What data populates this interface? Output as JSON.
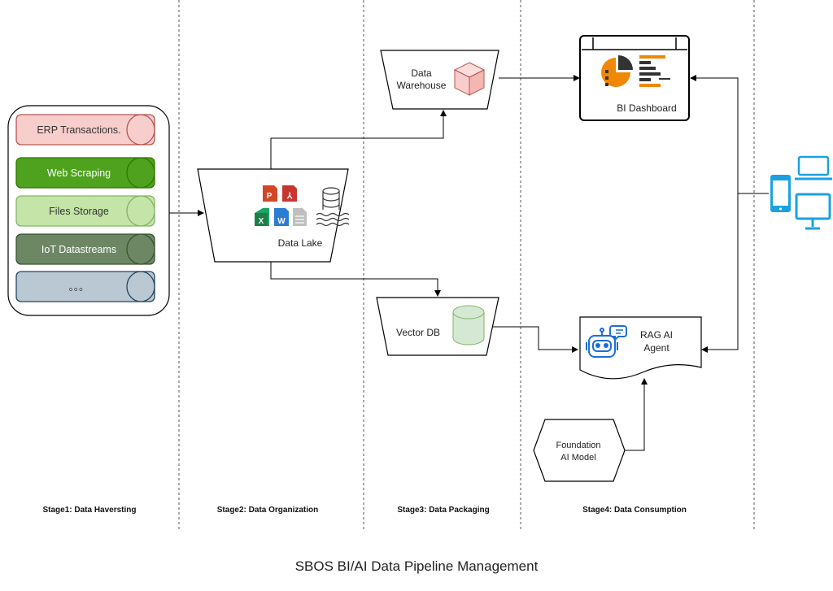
{
  "title": "SBOS BI/AI Data Pipeline Management",
  "sources": [
    {
      "label": "ERP Transactions.",
      "fill": "#f8cecc",
      "stroke": "#b85450",
      "text_color": "#333333"
    },
    {
      "label": "Web Scraping",
      "fill": "#4fa21e",
      "stroke": "#2d7600",
      "text_color": "#ffffff"
    },
    {
      "label": "Files Storage",
      "fill": "#c5e5a8",
      "stroke": "#82b366",
      "text_color": "#333333"
    },
    {
      "label": "IoT Datastreams",
      "fill": "#6d8764",
      "stroke": "#3a5431",
      "text_color": "#ffffff"
    },
    {
      "label": "。。。",
      "fill": "#bac8d3",
      "stroke": "#23445d",
      "text_color": "#333333"
    }
  ],
  "nodes": {
    "data_lake": "Data Lake",
    "data_warehouse_line1": "Data",
    "data_warehouse_line2": "Warehouse",
    "vector_db": "Vector DB",
    "bi_dashboard": "BI Dashboard",
    "rag_agent_line1": "RAG AI",
    "rag_agent_line2": "Agent",
    "foundation_line1": "Foundation",
    "foundation_line2": "AI Model"
  },
  "file_icons": {
    "ppt": "P",
    "pdf": "⅄",
    "excel": "X",
    "word": "W"
  },
  "stages": [
    "Stage1: Data Haversting",
    "Stage2:  Data Organization",
    "Stage3: Data Packaging",
    "Stage4: Data Consumption"
  ],
  "colors": {
    "accent_blue": "#1ba1e2",
    "ppt_orange": "#d24726",
    "pdf_red": "#c7372f",
    "excel_green": "#21a366",
    "word_blue": "#2b7cd3",
    "cube_fill": "#f8cecc",
    "cylinder_fill": "#d5e8d4",
    "chart_orange": "#f08705",
    "robot_blue": "#1c6ed8"
  }
}
